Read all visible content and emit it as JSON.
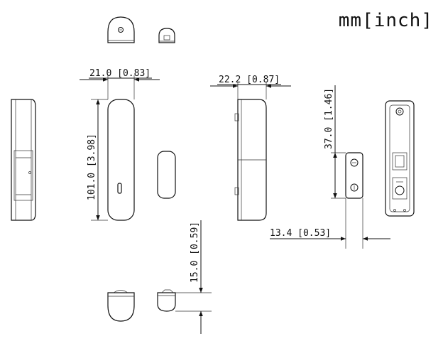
{
  "units": "mm[inch]",
  "dimensions": {
    "sensor_width": "21.0 [0.83]",
    "sensor_height": "101.0 [3.98]",
    "side_depth": "22.2 [0.87]",
    "magnet_height": "37.0 [1.46]",
    "magnet_width": "13.4 [0.53]",
    "magnet_depth": "15.0 [0.59]"
  },
  "icons": [
    "screw-icon"
  ]
}
